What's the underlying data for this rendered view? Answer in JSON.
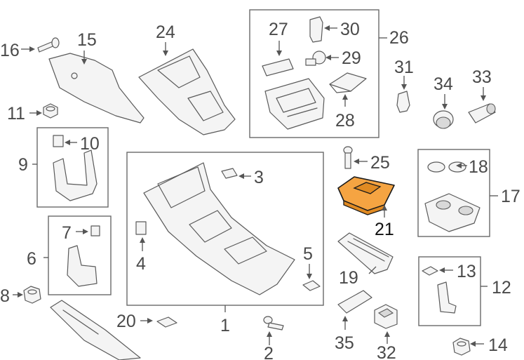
{
  "diagram": {
    "highlight_color": "#f5a442",
    "callouts": {
      "p1": "1",
      "p2": "2",
      "p3": "3",
      "p4": "4",
      "p5": "5",
      "p6": "6",
      "p7": "7",
      "p8": "8",
      "p9": "9",
      "p10": "10",
      "p11": "11",
      "p12": "12",
      "p13": "13",
      "p14": "14",
      "p15": "15",
      "p16": "16",
      "p17": "17",
      "p18": "18",
      "p19": "19",
      "p20": "20",
      "p21": "21",
      "p24": "24",
      "p25": "25",
      "p26": "26",
      "p27": "27",
      "p28": "28",
      "p29": "29",
      "p30": "30",
      "p31": "31",
      "p32": "32",
      "p33": "33",
      "p34": "34",
      "p35": "35"
    },
    "highlighted_part": "21"
  }
}
